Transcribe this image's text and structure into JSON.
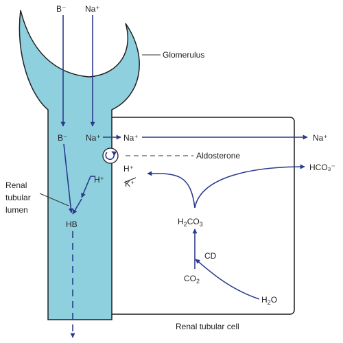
{
  "colors": {
    "lumen_fill": "#8fd0de",
    "lumen_stroke": "#1f1f1f",
    "arrow": "#2a3a8c",
    "text": "#1f1f1f"
  },
  "labels": {
    "b_minus_top": "B⁻",
    "na_plus_top": "Na⁺",
    "glomerulus": "Glomerulus",
    "b_minus_lumen": "B⁻",
    "na_plus_lumen": "Na⁺",
    "na_plus_cell": "Na⁺",
    "na_plus_out": "Na⁺",
    "aldosterone": "Aldosterone",
    "h_plus_cell": "H⁺",
    "h_plus_lumen": "H⁺",
    "k_plus": "K⁺",
    "hco3": "HCO₃⁻",
    "renal_tubular_lumen": [
      "Renal",
      "tubular",
      "lumen"
    ],
    "hb": "HB",
    "h2co3_h": "H",
    "h2co3_2": "2",
    "h2co3_co": "CO",
    "h2co3_3": "3",
    "cd": "CD",
    "co2_co": "CO",
    "co2_2": "2",
    "h2o_h": "H",
    "h2o_2": "2",
    "h2o_o": "O",
    "renal_tubular_cell": "Renal tubular cell"
  },
  "icons": {
    "exchanger": "circular-arrow-icon"
  }
}
